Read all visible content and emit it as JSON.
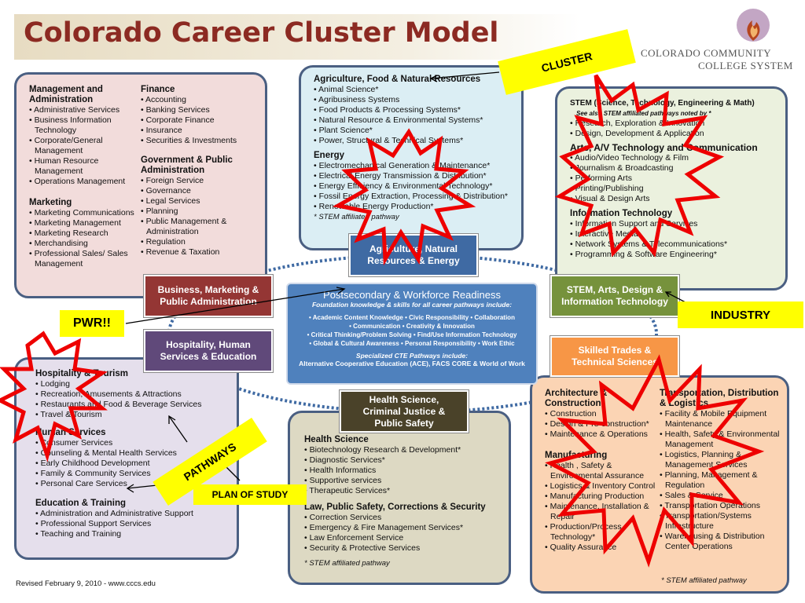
{
  "header": {
    "title": "Colorado Career Cluster Model",
    "org_line1": "Colorado Community",
    "org_line2": "College System"
  },
  "footer": {
    "revised": "Revised February 9, 2010 - www.cccs.edu"
  },
  "callouts": {
    "cluster": "CLUSTER",
    "industry": "INDUSTRY",
    "pwr": "PWR!!",
    "pathways": "PATHWAYS",
    "plan_of_study": "PLAN OF STUDY"
  },
  "clusters": {
    "agriculture": "Agriculture, Natural Resources & Energy",
    "business": "Business, Marketing & Public Administration",
    "hospitality": "Hospitality, Human Services & Education",
    "stem": "STEM, Arts, Design & Information Technology",
    "skilled": "Skilled Trades & Technical Sciences",
    "health": "Health Science, Criminal Justice & Public Safety"
  },
  "center": {
    "title": "Postsecondary & Workforce Readiness",
    "subtitle": "Foundation knowledge & skills for all career pathways include:",
    "line1": "• Academic Content Knowledge • Civic Responsibility • Collaboration",
    "line2": "• Communication • Creativity & Innovation",
    "line3": "• Critical Thinking/Problem Solving • Find/Use Information Technology",
    "line4": "• Global & Cultural Awareness • Personal Responsibility • Work Ethic",
    "cte_title": "Specialized CTE Pathways include:",
    "cte_line": "Alternative Cooperative Education (ACE), FACS CORE & World of Work"
  },
  "business_box": {
    "mgmt_heading": "Management and Administration",
    "mgmt_items": [
      "Administrative Services",
      "Business Information Technology",
      "Corporate/General Management",
      "Human Resource Management",
      "Operations Management"
    ],
    "marketing_heading": "Marketing",
    "marketing_items": [
      "Marketing Communications",
      "Marketing Management",
      "Marketing Research",
      "Merchandising",
      "Professional Sales/ Sales Management"
    ],
    "finance_heading": "Finance",
    "finance_items": [
      "Accounting",
      "Banking Services",
      "Corporate Finance",
      "Insurance",
      "Securities & Investments"
    ],
    "gov_heading": "Government & Public Administration",
    "gov_items": [
      "Foreign Service",
      "Governance",
      "Legal Services",
      "Planning",
      "Public Management & Administration",
      "Regulation",
      "Revenue & Taxation"
    ]
  },
  "agri_box": {
    "agri_heading": "Agriculture, Food & Natural Resources",
    "agri_items": [
      "Animal Science*",
      "Agribusiness Systems",
      "Food Products & Processing Systems*",
      "Natural Resource & Environmental Systems*",
      "Plant Science*",
      "Power, Structural & Technical Systems*"
    ],
    "energy_heading": "Energy",
    "energy_items": [
      "Electromechanical Generation & Maintenance*",
      "Electrical Energy Transmission & Distribution*",
      "Energy Efficiency & Environmental Technology*",
      "Fossil Energy Extraction, Processing & Distribution*",
      "Renewable Energy Production*"
    ],
    "note": "* STEM affiliated pathway"
  },
  "stem_box": {
    "stem_heading": "STEM (Science, Technology, Engineering & Math)",
    "stem_note": "See also STEM affiliated pathways noted by *",
    "stem_items": [
      "Research, Exploration & Innovation",
      "Design, Development & Application"
    ],
    "arts_heading": "Arts, A/V Technology and Communication",
    "arts_items": [
      "Audio/Video Technology & Film",
      "Journalism & Broadcasting",
      "Performing Arts",
      "Printing/Publishing",
      "Visual & Design Arts"
    ],
    "it_heading": "Information Technology",
    "it_items": [
      "Information Support and Services",
      "Interactive Media",
      "Network Systems & Telecommunications*",
      "Programming & Software Engineering*"
    ]
  },
  "hospitality_box": {
    "hosp_heading": "Hospitality & Tourism",
    "hosp_items": [
      "Lodging",
      "Recreation, Amusements & Attractions",
      "Restaurants and Food & Beverage Services",
      "Travel & Tourism"
    ],
    "human_heading": "Human Services",
    "human_items": [
      "Consumer Services",
      "Counseling & Mental Health Services",
      "Early Childhood Development",
      "Family & Community Services",
      "Personal Care Services"
    ],
    "edu_heading": "Education & Training",
    "edu_items": [
      "Administration and Administrative Support",
      "Professional Support Services",
      "Teaching and Training"
    ]
  },
  "health_box": {
    "health_heading": "Health Science",
    "health_items": [
      "Biotechnology Research & Development*",
      "Diagnostic Services*",
      "Health Informatics",
      "Supportive services",
      "Therapeutic Services*"
    ],
    "law_heading": "Law, Public Safety, Corrections & Security",
    "law_items": [
      "Correction Services",
      "Emergency & Fire Management Services*",
      "Law Enforcement Service",
      "Security & Protective Services"
    ],
    "note": "* STEM affiliated pathway"
  },
  "skilled_box": {
    "arch_heading": "Architecture & Construction",
    "arch_items": [
      "Construction",
      "Design & Pre-construction*",
      "Maintenance & Operations"
    ],
    "mfg_heading": "Manufacturing",
    "mfg_items": [
      "Health , Safety & Environmental Assurance",
      "Logistics & Inventory Control",
      "Manufacturing Production",
      "Maintenance, Installation & Repair",
      "Production/Process Technology*",
      "Quality Assurance"
    ],
    "trans_heading": "Transportation, Distribution & Logistics",
    "trans_items": [
      "Facility & Mobile Equipment Maintenance",
      "Health, Safety & Environmental Management",
      "Logistics, Planning & Management Services",
      "Planning, Management & Regulation",
      "Sales & Service",
      "Transportation Operations",
      "Transportation/Systems Infrastructure",
      "Warehousing & Distribution Center Operations"
    ],
    "note": "* STEM affiliated pathway"
  },
  "colors": {
    "title": "#8c2a22",
    "box_border": "#4a5f82",
    "agri_tag": "#3f6aa3",
    "business_tag": "#943634",
    "hospitality_tag": "#60497a",
    "stem_tag": "#76923c",
    "skilled_tag": "#f79646",
    "health_tag": "#4a4229",
    "center": "#4f81bd",
    "callout": "#ffff00",
    "starburst": "#ee0000"
  }
}
